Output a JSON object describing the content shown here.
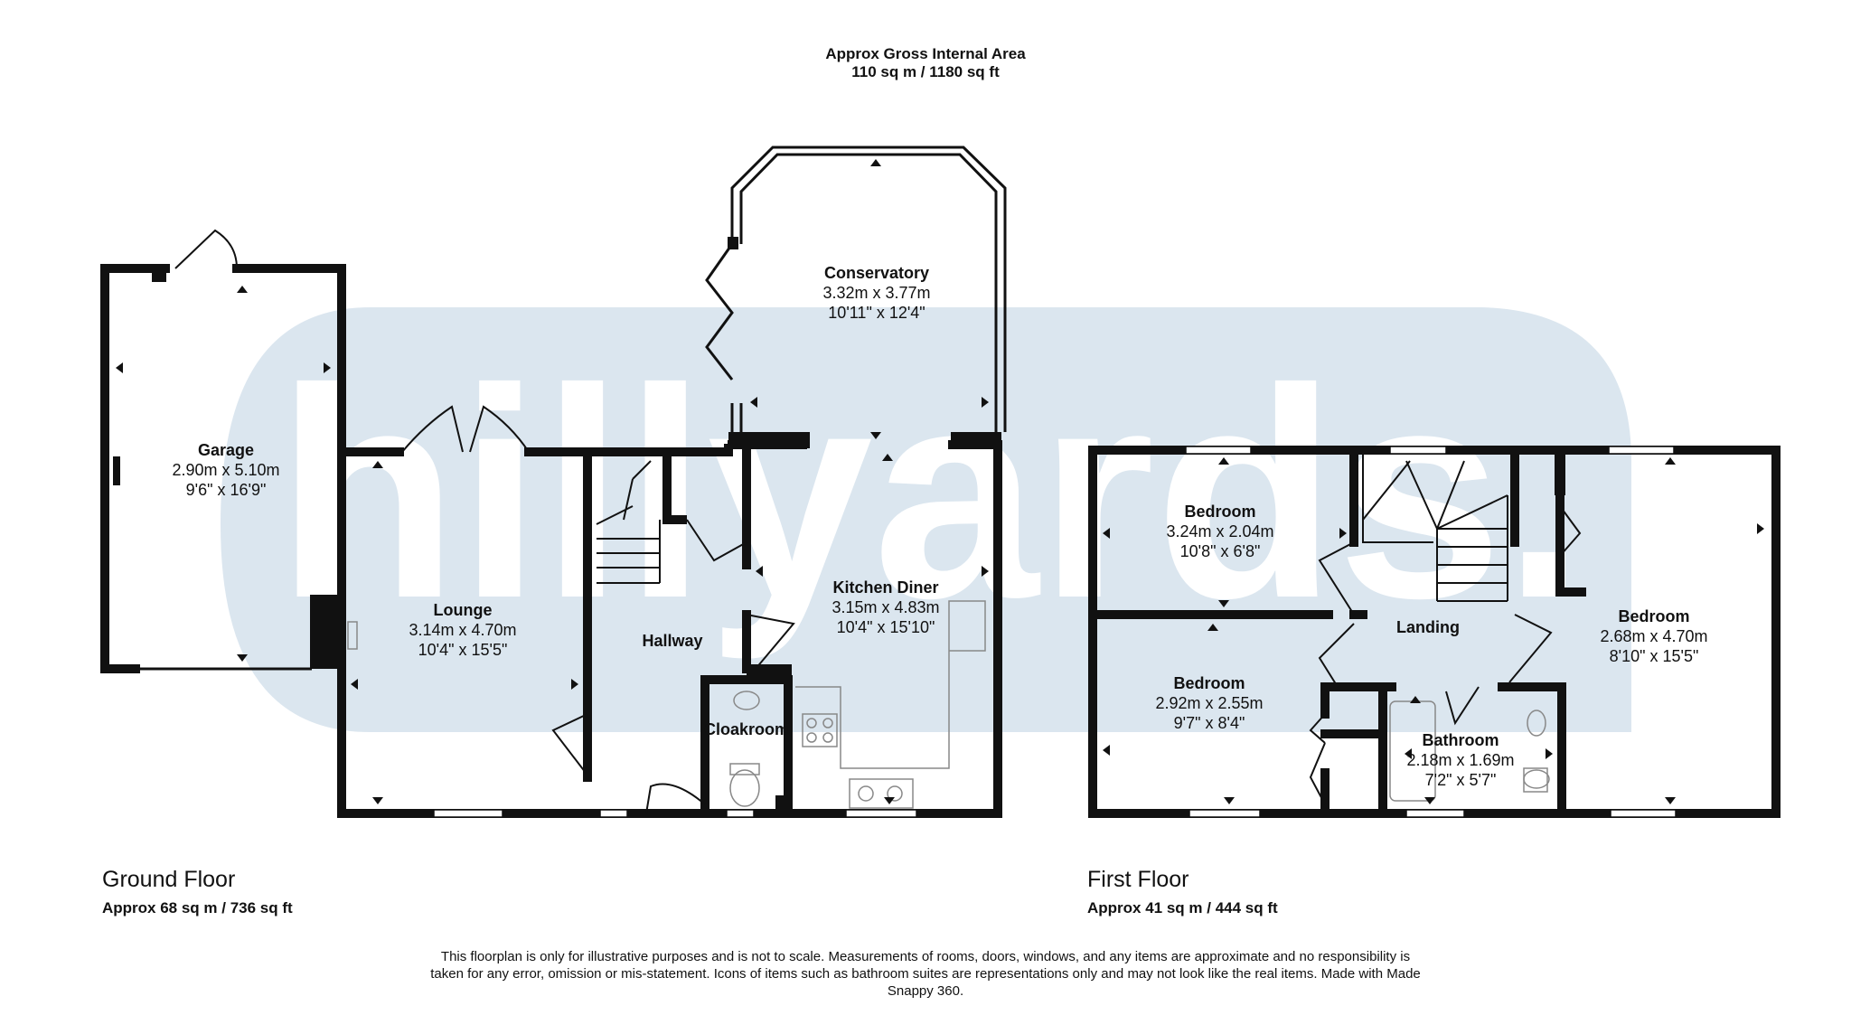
{
  "header": {
    "line1": "Approx Gross Internal Area",
    "line2": "110 sq m / 1180 sq ft"
  },
  "watermark": {
    "text": "hillyards.",
    "color": "#dbe6ef"
  },
  "colors": {
    "wall": "#111111",
    "window": "#ffffff"
  },
  "ground_floor": {
    "label": "Ground Floor",
    "area": "Approx 68 sq m / 736 sq ft",
    "rooms": {
      "garage": {
        "name": "Garage",
        "metric": "2.90m x 5.10m",
        "imperial": "9'6\" x 16'9\""
      },
      "lounge": {
        "name": "Lounge",
        "metric": "3.14m x 4.70m",
        "imperial": "10'4\" x 15'5\""
      },
      "hallway": {
        "name": "Hallway"
      },
      "cloakroom": {
        "name": "Cloakroom"
      },
      "conservatory": {
        "name": "Conservatory",
        "metric": "3.32m x 3.77m",
        "imperial": "10'11\" x 12'4\""
      },
      "kitchen": {
        "name": "Kitchen Diner",
        "metric": "3.15m x 4.83m",
        "imperial": "10'4\" x 15'10\""
      }
    }
  },
  "first_floor": {
    "label": "First Floor",
    "area": "Approx 41 sq m / 444 sq ft",
    "rooms": {
      "bedroom1": {
        "name": "Bedroom",
        "metric": "3.24m x 2.04m",
        "imperial": "10'8\" x 6'8\""
      },
      "bedroom2": {
        "name": "Bedroom",
        "metric": "2.92m x 2.55m",
        "imperial": "9'7\" x 8'4\""
      },
      "landing": {
        "name": "Landing"
      },
      "bathroom": {
        "name": "Bathroom",
        "metric": "2.18m x 1.69m",
        "imperial": "7'2\" x 5'7\""
      },
      "bedroom3": {
        "name": "Bedroom",
        "metric": "2.68m x 4.70m",
        "imperial": "8'10\" x 15'5\""
      }
    }
  },
  "disclaimer": "This floorplan is only for illustrative purposes and is not to scale. Measurements of rooms, doors, windows, and any items are approximate and no responsibility is taken for any error, omission or mis-statement. Icons of items such as bathroom suites are representations only and may not look like the real items. Made with Made Snappy 360."
}
